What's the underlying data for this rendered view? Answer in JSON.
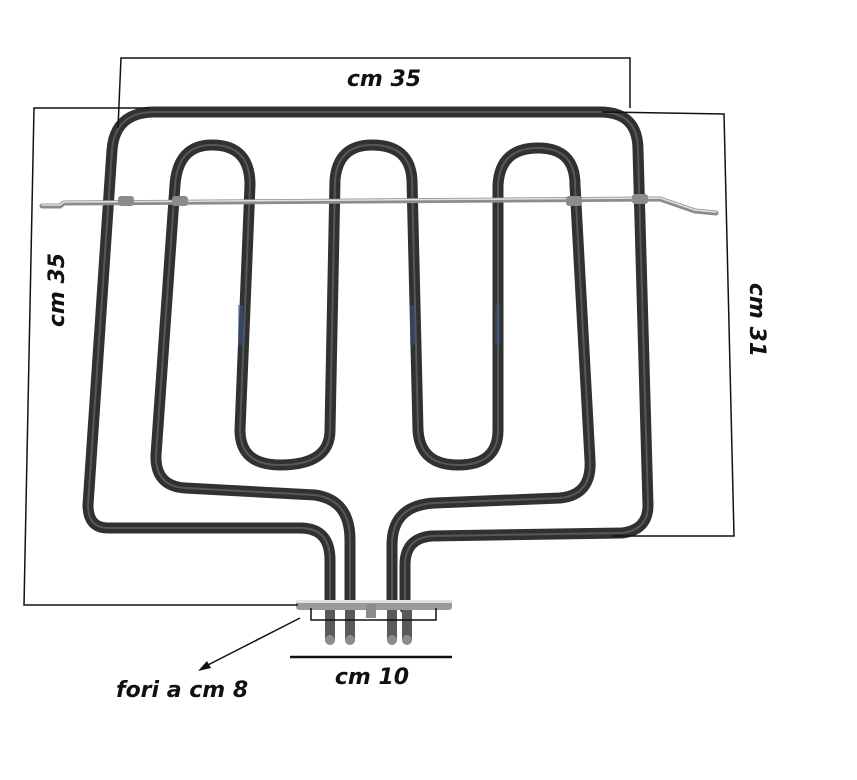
{
  "labels": {
    "top_width": "cm 35",
    "left_height": "cm 35",
    "right_height": "cm 31",
    "bottom_width": "cm 10",
    "holes": "fori a cm 8"
  },
  "colors": {
    "background": "#ffffff",
    "element": "#2f3230",
    "element_highlight": "#6e736f",
    "bar": "#9a9a9a",
    "bar_highlight": "#e2e2e2",
    "text": "#111111",
    "accent_blue": "#3d5a8a"
  }
}
